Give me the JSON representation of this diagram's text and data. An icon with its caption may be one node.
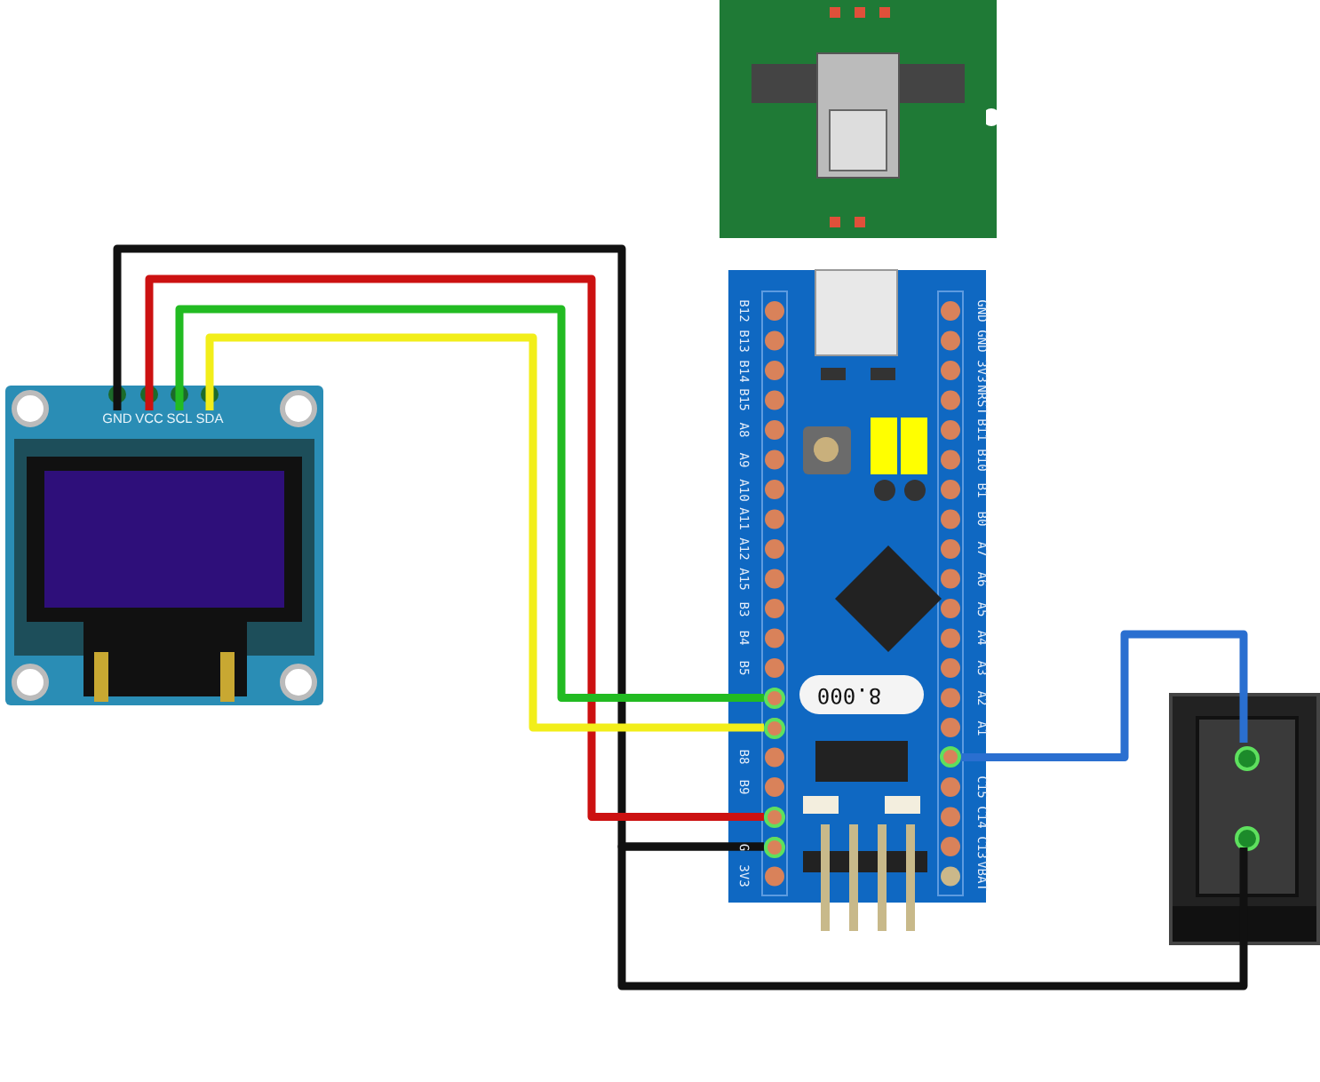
{
  "diagram": {
    "nodes": [
      {
        "text": [],
        "shape": "picture"
      },
      {
        "text": [
          "GND"
        ],
        "in": 0
      },
      {
        "text": [
          "VCC"
        ],
        "in": 0
      },
      {
        "text": [
          "SCL"
        ],
        "in": 0
      },
      {
        "text": [
          "SDA"
        ],
        "in": 0
      },
      {
        "text": [],
        "shape": "picture"
      },
      {
        "text": [],
        "shape": "circle",
        "in": 5
      },
      {
        "text": [],
        "shape": "circle",
        "in": 5
      },
      {
        "text": [],
        "shape": "circle",
        "in": 5
      },
      {
        "text": [],
        "shape": "circle",
        "in": 5
      },
      {
        "text": [],
        "shape": "circle",
        "in": 5
      },
      {
        "text": [],
        "shape": "picture"
      },
      {
        "text": [],
        "shape": "circle",
        "in": 11
      },
      {
        "text": [],
        "shape": "circle",
        "in": 11
      }
    ],
    "edges": [
      {
        "from": 1,
        "to": 9,
        "arrow": "none",
        "color": "#111111"
      },
      {
        "from": 2,
        "to": 8,
        "arrow": "none",
        "color": "#cc1111"
      },
      {
        "from": 3,
        "to": 6,
        "arrow": "none",
        "color": "#22bb22"
      },
      {
        "from": 4,
        "to": 7,
        "arrow": "none",
        "color": "#f2ee1a"
      },
      {
        "from": 10,
        "to": 12,
        "arrow": "none",
        "color": "#2a6fd0"
      },
      {
        "from": 13,
        "to": 9,
        "arrow": "none",
        "color": "#111111"
      }
    ],
    "labels": [
      "B12",
      "B13",
      "B14",
      "B15",
      "A8",
      "A9",
      "A10",
      "A11",
      "A12",
      "A15",
      "B3",
      "B4",
      "B5",
      "B8",
      "B9",
      "G",
      "3V3",
      "GND",
      "GND",
      "3V3",
      "NRST",
      "B11",
      "B10",
      "B1",
      "B0",
      "A7",
      "A6",
      "A5",
      "A4",
      "A3",
      "A2",
      "A1",
      "C15",
      "C14",
      "C13",
      "VBAT",
      "8.000"
    ]
  }
}
